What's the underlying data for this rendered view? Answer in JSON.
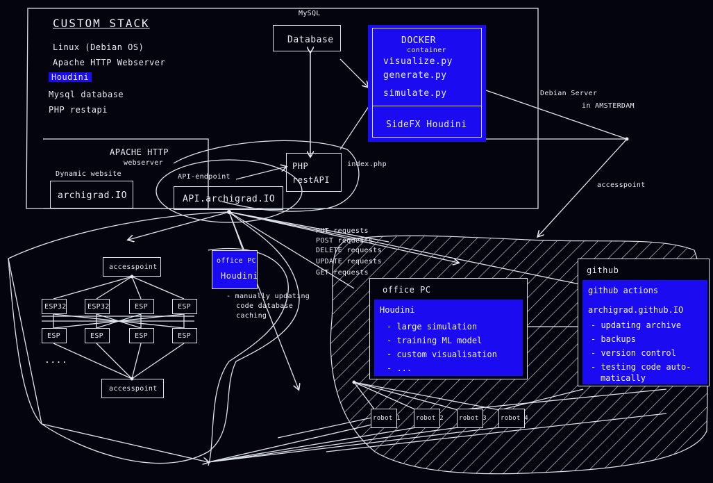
{
  "custom_stack": {
    "title": "CUSTOM STACK",
    "items": [
      "Linux (Debian OS)",
      "Apache HTTP Webserver",
      "Houdini",
      "Mysql database",
      "PHP restapi"
    ]
  },
  "mysql": {
    "label": "MySQL",
    "box": "Database"
  },
  "docker": {
    "title": "DOCKER",
    "subtitle": "container",
    "files": [
      "visualize.py",
      "generate.py",
      "simulate.py"
    ],
    "engine": "SideFX Houdini"
  },
  "server": {
    "line1": "Debian Server",
    "line2": "in AMSTERDAM"
  },
  "accesspoint_label": "accesspoint",
  "apache": {
    "title": "APACHE HTTP",
    "subtitle": "webserver",
    "dyn_label": "Dynamic website",
    "site": "archigrad.IO",
    "api_label": "API-endpoint",
    "api": "API.archigrad.IO"
  },
  "php": {
    "line1": "PHP",
    "line2": "restAPI",
    "side": "index.php"
  },
  "requests": [
    "PUT requests",
    "POST requests",
    "DELETE requests",
    "UPDATE requests",
    "GET requests"
  ],
  "office_small": {
    "line1": "office PC",
    "line2": "Houdini",
    "notes": [
      "- manually updating",
      "code database",
      "caching"
    ]
  },
  "esp_network": {
    "top_ap": "accesspoint",
    "bottom_ap": "accesspoint",
    "row1": [
      "ESP32",
      "ESP32",
      "ESP",
      "ESP"
    ],
    "row2": [
      "ESP",
      "ESP",
      "ESP",
      "ESP"
    ],
    "more": "...."
  },
  "office_pc": {
    "title": "office PC",
    "head": "Houdini",
    "items": [
      "- large simulation",
      "- training ML model",
      "- custom visualisation",
      "- ..."
    ]
  },
  "github": {
    "title": "github",
    "items": [
      "github actions",
      "archigrad.github.IO",
      "- updating archive",
      "- backups",
      "- version control",
      "- testing code auto-",
      "matically"
    ]
  },
  "robots": [
    "robot 1",
    "robot 2",
    "robot 3",
    "robot 4"
  ],
  "colors": {
    "ink": "#e9ecf4",
    "highlight": "#1a0bf0",
    "background": "#03040e"
  }
}
